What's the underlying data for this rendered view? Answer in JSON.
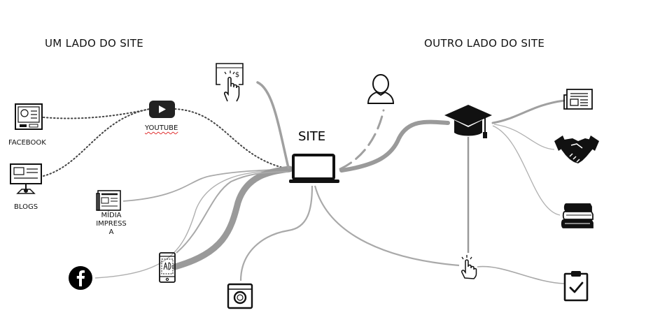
{
  "headings": {
    "left": "UM LADO DO SITE",
    "right": "OUTRO LADO DO SITE"
  },
  "center": {
    "title": "SITE",
    "icon": "laptop-icon"
  },
  "left_nodes": [
    {
      "label": "FACEBOOK",
      "icon": "facebook-profile-page-icon"
    },
    {
      "label": "YOUTUBE",
      "icon": "youtube-icon"
    },
    {
      "label": "BLOGS",
      "icon": "blog-monitor-icon"
    },
    {
      "label_lines": [
        "MÍDIA",
        "IMPRESS",
        "A"
      ],
      "icon": "newspaper-icon"
    },
    {
      "icon": "facebook-logo-icon"
    },
    {
      "icon": "mobile-ads-icon"
    },
    {
      "icon": "instagram-icon"
    },
    {
      "icon": "pay-per-click-icon"
    }
  ],
  "right_nodes": [
    {
      "icon": "user-icon"
    },
    {
      "icon": "graduation-cap-icon"
    },
    {
      "icon": "news-article-icon"
    },
    {
      "icon": "handshake-icon"
    },
    {
      "icon": "books-icon"
    },
    {
      "icon": "click-hand-icon"
    },
    {
      "icon": "clipboard-check-icon"
    }
  ],
  "colors": {
    "connector": "#9a9a9a",
    "connector_light": "#b5b5b5",
    "dotted": "#444444",
    "icon": "#111111"
  }
}
